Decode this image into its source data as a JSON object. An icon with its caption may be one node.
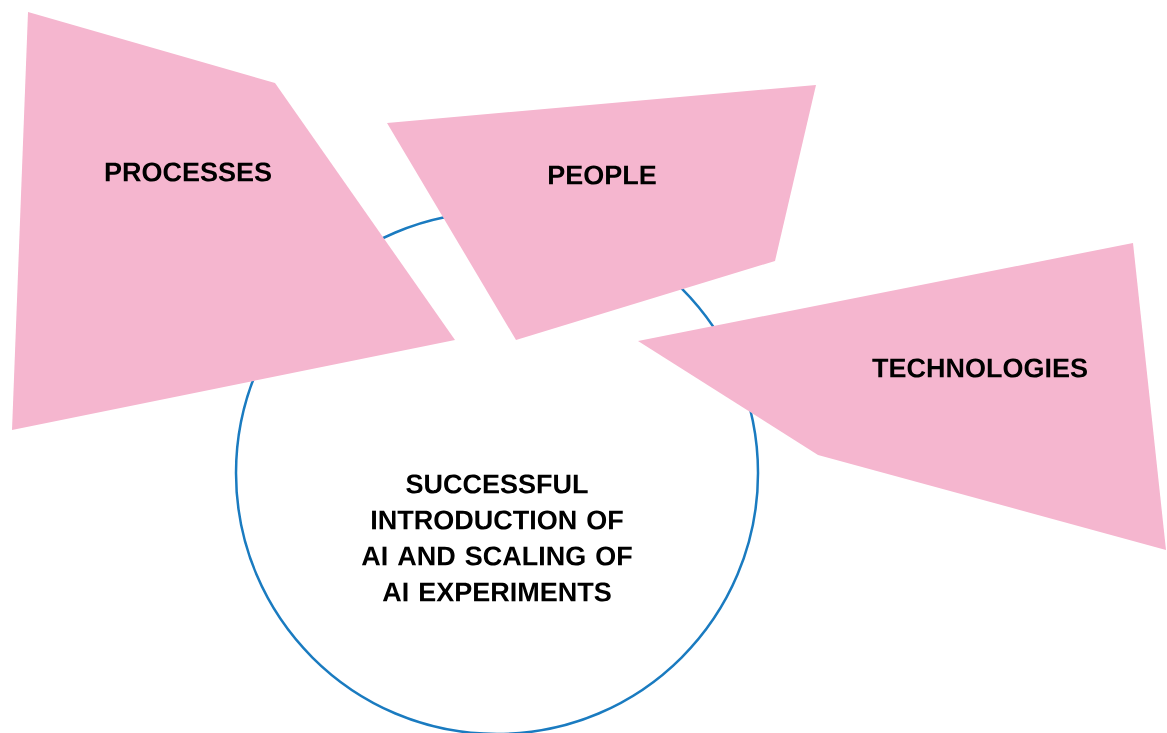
{
  "diagram": {
    "nodes": [
      {
        "text": [
          "PROCESSES"
        ]
      },
      {
        "text": [
          "PEOPLE"
        ]
      },
      {
        "text": [
          "TECHNOLOGIES"
        ]
      },
      {
        "text": [
          "SUCCESSFUL INTRODUCTION OF AI AND SCALING OF AI EXPERIMENTS"
        ]
      }
    ]
  }
}
